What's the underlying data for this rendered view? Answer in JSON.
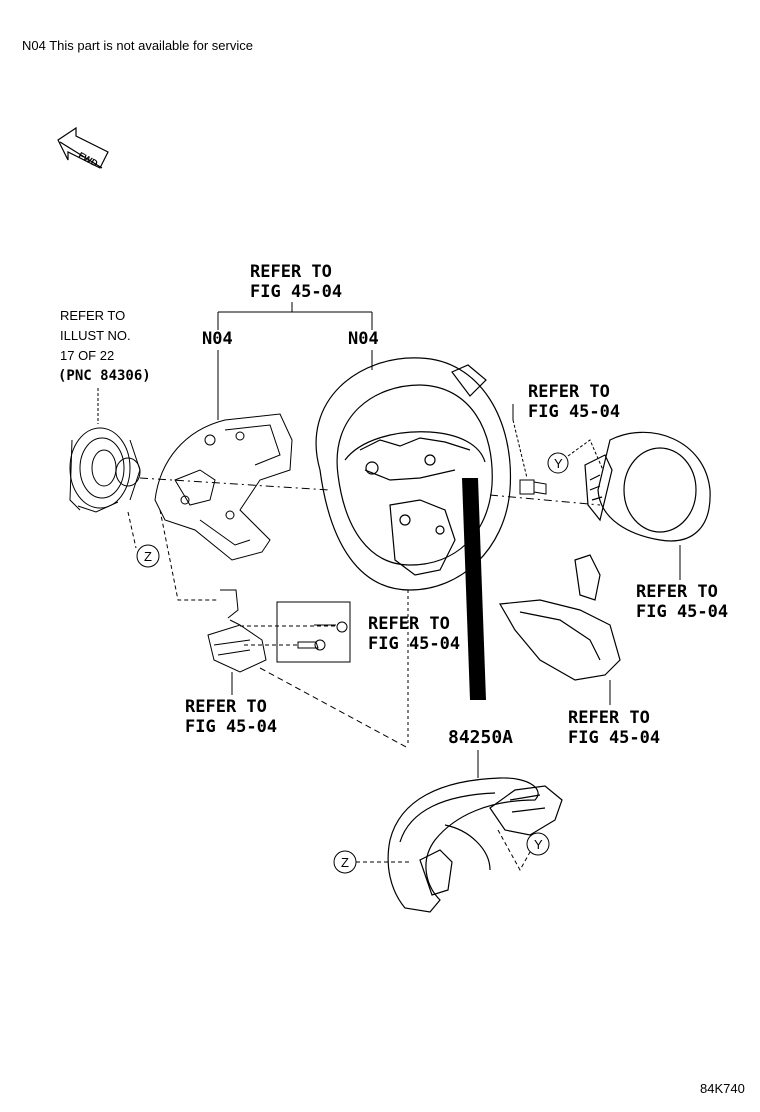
{
  "header_note": "N04 This part is not available for service",
  "fwd_label": "FWD",
  "labels": {
    "n04_a": "N04",
    "n04_b": "N04",
    "refer_to": "REFER TO",
    "fig_45_04": "FIG 45-04",
    "refer_to_illust": "REFER TO",
    "illust_no": "ILLUST NO.",
    "of_22": "17 OF 22",
    "pnc": "(PNC 84306)",
    "part_number": "84250A",
    "callout_y": "Y",
    "callout_z": "Z"
  },
  "figure_id": "84K740"
}
